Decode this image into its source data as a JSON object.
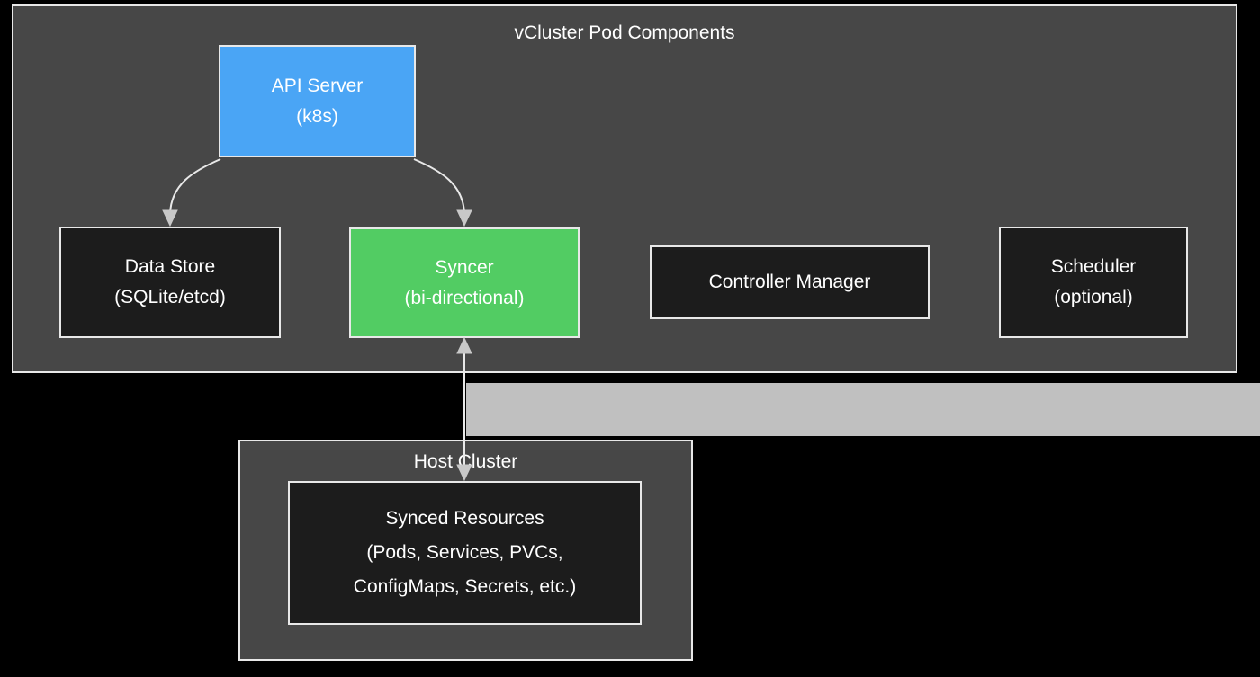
{
  "diagram": {
    "title": "vCluster Pod Components",
    "background_color": "#000000",
    "panel_color": "#474747",
    "border_color": "#e8e8e8",
    "band_color": "#c0c0c0"
  },
  "vcluster_panel": {
    "title": "vCluster Pod Components",
    "nodes": [
      {
        "id": "api-server",
        "line1": "API Server",
        "line2": "(k8s)",
        "fill": "#4aa5f5",
        "style": "blue"
      },
      {
        "id": "data-store",
        "line1": "Data Store",
        "line2": "(SQLite/etcd)",
        "fill": "#1c1c1c",
        "style": "dark"
      },
      {
        "id": "syncer",
        "line1": "Syncer",
        "line2": "(bi-directional)",
        "fill": "#52cc63",
        "style": "green"
      },
      {
        "id": "controller-manager",
        "line1": "Controller Manager",
        "line2": "",
        "fill": "#1c1c1c",
        "style": "dark"
      },
      {
        "id": "scheduler",
        "line1": "Scheduler",
        "line2": "(optional)",
        "fill": "#1c1c1c",
        "style": "dark"
      }
    ]
  },
  "host_panel": {
    "title": "Host Cluster",
    "nodes": [
      {
        "id": "synced-resources",
        "line1": "Synced Resources",
        "line2": "(Pods, Services, PVCs,",
        "line3": "ConfigMaps, Secrets, etc.)",
        "fill": "#1c1c1c",
        "style": "dark"
      }
    ]
  },
  "edges": [
    {
      "id": "api-server-to-data-store",
      "from": "api-server",
      "to": "data-store",
      "arrow": "single",
      "shape": "curved"
    },
    {
      "id": "api-server-to-syncer",
      "from": "api-server",
      "to": "syncer",
      "arrow": "single",
      "shape": "curved"
    },
    {
      "id": "syncer-to-synced-resources",
      "from": "syncer",
      "to": "synced-resources",
      "arrow": "double",
      "shape": "straight"
    }
  ]
}
